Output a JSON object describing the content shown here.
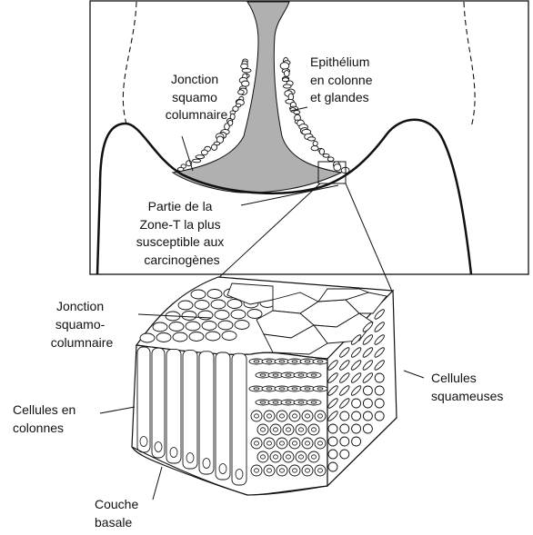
{
  "top_panel": {
    "label_sq_junction": [
      "Jonction",
      "squamo",
      "columnaire"
    ],
    "label_epithelium": [
      "Epithélium",
      "en colonne",
      "et glandes"
    ],
    "label_tzone": [
      "Partie de la",
      "Zone-T la plus",
      "susceptible aux",
      "carcinogènes"
    ]
  },
  "bottom_panel": {
    "label_sq_junction": [
      "Jonction",
      "squamo-",
      "columnaire"
    ],
    "label_columnar": [
      "Cellules en",
      "colonnes"
    ],
    "label_squamous": [
      "Cellules",
      "squameuses"
    ],
    "label_basal": [
      "Couche",
      "basale"
    ]
  },
  "colors": {
    "ink": "#111111",
    "mucosa": "#b0b0b0",
    "paper": "#ffffff"
  }
}
